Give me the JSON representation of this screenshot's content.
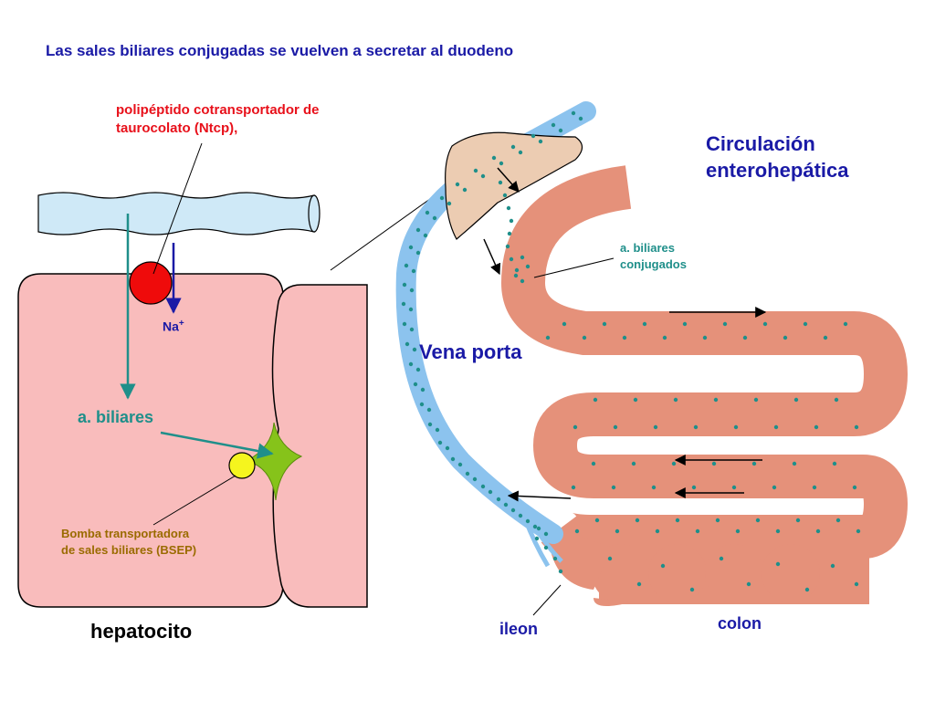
{
  "title": "Las sales biliares conjugadas se vuelven a secretar al duodeno",
  "labels": {
    "ntcp_line1": "polipéptido cotransportador de",
    "ntcp_line2": "taurocolato (Ntcp),",
    "sodium": "Na",
    "sodium_charge": "+",
    "bile_acids": "a. biliares",
    "bsep_line1": "Bomba transportadora",
    "bsep_line2": "de sales biliares (BSEP)",
    "hepatocyte": "hepatocito",
    "circulation_line1": "Circulación",
    "circulation_line2": "enterohepática",
    "conjugated_line1": "a. biliares",
    "conjugated_line2": "conjugados",
    "portal_vein": "Vena porta",
    "ileum": "ileon",
    "colon": "colon"
  },
  "colors": {
    "title_blue": "#1a1aa6",
    "ntcp_red": "#e8101a",
    "bsep_gold": "#9a6b00",
    "hepatocyte_fill": "#f9bcbc",
    "vessel_fill": "#cfe9f7",
    "portal_vein_fill": "#8cc3ee",
    "intestine_fill": "#e5917a",
    "liver_fill": "#ecccb2",
    "bile_dot": "#1f8f8a",
    "transporter_red": "#ef0b0b",
    "transporter_yellow": "#f5f51e",
    "canaliculus_green": "#86c31a"
  }
}
